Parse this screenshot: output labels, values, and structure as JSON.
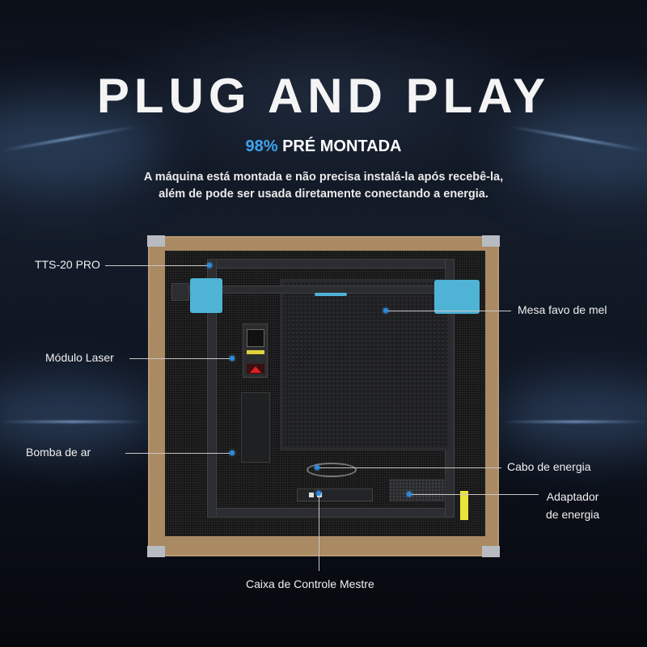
{
  "header": {
    "title": "PLUG AND PLAY",
    "subtitle_highlight": "98%",
    "subtitle_rest": " PRÉ MONTADA",
    "description_line1": "A máquina está montada e não precisa instalá-la após recebê-la,",
    "description_line2": "além de pode ser usada diretamente conectando a energia."
  },
  "labels": {
    "machine": "TTS-20 PRO",
    "honeycomb": "Mesa favo de mel",
    "laser": "Módulo Laser",
    "pump": "Bomba de ar",
    "cable": "Cabo de energia",
    "adapter_line1": "Adaptador",
    "adapter_line2": "de energia",
    "controller": "Caixa de Controle Mestre"
  },
  "colors": {
    "accent": "#3ea4ee",
    "dot": "#2a8be0",
    "rail_blue": "#4fb3d6"
  }
}
